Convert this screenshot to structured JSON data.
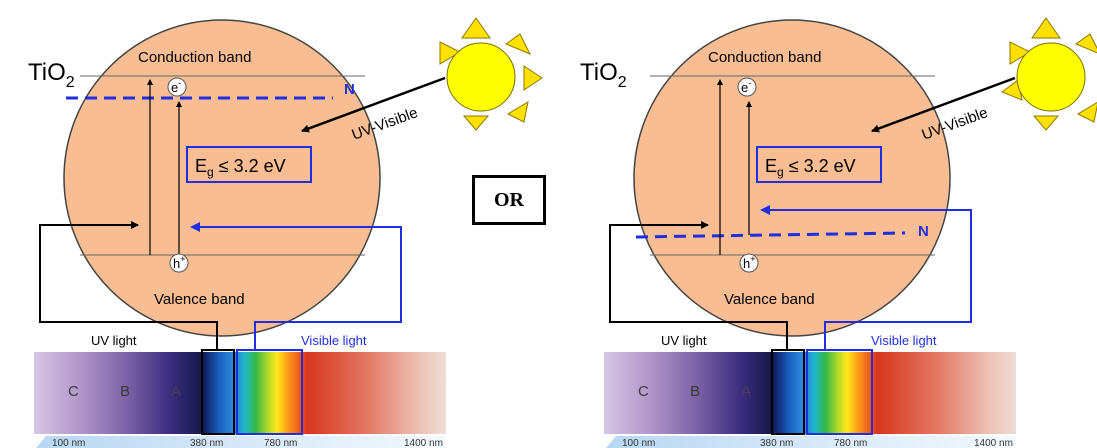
{
  "panels": [
    {
      "material": "TiO",
      "material_sub": "2",
      "conduction_band": "Conduction band",
      "valence_band": "Valence band",
      "electron": "e",
      "electron_sup": "-",
      "hole": "h",
      "hole_sup": "+",
      "eg_label": "E",
      "eg_sub": "g",
      "eg_value": " ≤ 3.2 eV",
      "dopant_label": "N",
      "dopant_level": "upper",
      "light_label": "UV-Visible",
      "uv_light": "UV light",
      "visible_light": "Visible light",
      "uv_bands": [
        "C",
        "B",
        "A"
      ],
      "wavelengths": [
        "100 nm",
        "380 nm",
        "780 nm",
        "1400 nm"
      ]
    },
    {
      "material": "TiO",
      "material_sub": "2",
      "conduction_band": "Conduction band",
      "valence_band": "Valence band",
      "electron": "e",
      "electron_sup": "-",
      "hole": "h",
      "hole_sup": "+",
      "eg_label": "E",
      "eg_sub": "g",
      "eg_value": " ≤ 3.2 eV",
      "dopant_label": "N",
      "dopant_level": "lower",
      "light_label": "UV-Visible",
      "uv_light": "UV light",
      "visible_light": "Visible light",
      "uv_bands": [
        "C",
        "B",
        "A"
      ],
      "wavelengths": [
        "100 nm",
        "380 nm",
        "780 nm",
        "1400 nm"
      ]
    }
  ],
  "separator": "OR",
  "colors": {
    "circle_fill": "#f8bd92",
    "dopant_blue": "#1f2ee0",
    "sun_yellow": "#ffff00",
    "sun_rays": "#ffe000"
  }
}
